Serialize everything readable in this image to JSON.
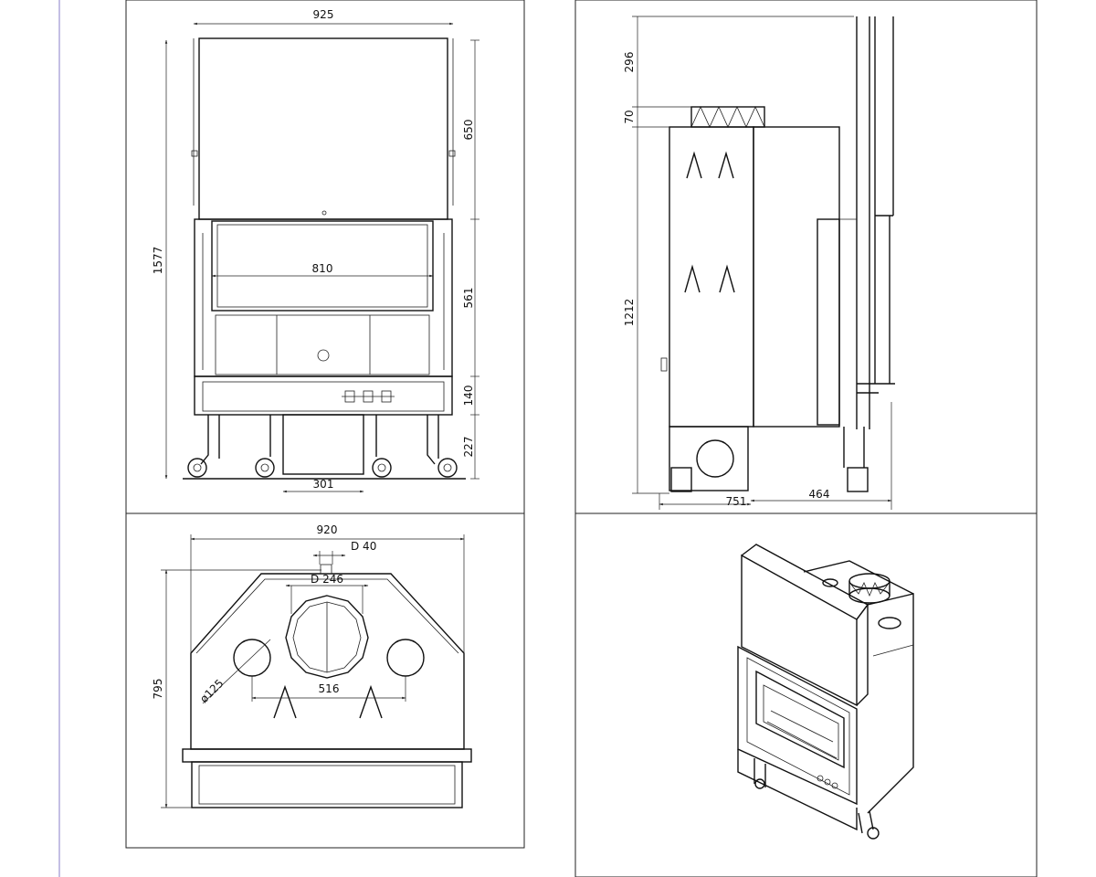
{
  "front_view": {
    "dim_width": "925",
    "dim_total_height": "1577",
    "dim_top": "650",
    "dim_opening_height": "561",
    "dim_base": "140",
    "dim_legs": "227",
    "dim_opening_width": "810",
    "dim_stand_width": "301"
  },
  "side_view": {
    "dim_top": "296",
    "dim_collar": "70",
    "dim_body_height": "1212",
    "dim_depth": "751",
    "dim_rear": "464"
  },
  "top_view": {
    "dim_width": "920",
    "dim_depth": "795",
    "dim_small_pipe": "D 40",
    "dim_flue": "D 246",
    "dim_vent_diameter": "ø125",
    "dim_vent_spacing": "516"
  },
  "perspective_view": {}
}
